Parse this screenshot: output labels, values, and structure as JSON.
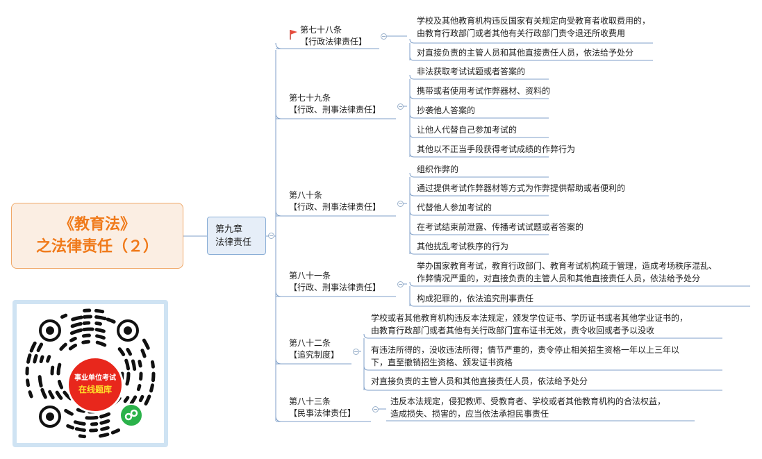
{
  "root": {
    "line1": "《教育法》",
    "line2": "之法律责任（２）"
  },
  "chapter": {
    "line1": "第九章",
    "line2": "法律责任"
  },
  "articles": [
    {
      "title": "第七十八条",
      "type": "【行政法律责任】",
      "items": [
        [
          "学校及其他教育机构违反国家有关规定向受教育者收取费用的，",
          "由教育行政部门或者其他有关行政部门责令退还所收费用"
        ],
        [
          "对直接负责的主管人员和其他直接责任人员，依法给予处分"
        ]
      ]
    },
    {
      "title": "第七十九条",
      "type": "【行政、刑事法律责任】",
      "items": [
        [
          "非法获取考试试题或者答案的"
        ],
        [
          "携带或者使用考试作弊器材、资料的"
        ],
        [
          "抄袭他人答案的"
        ],
        [
          "让他人代替自己参加考试的"
        ],
        [
          "其他以不正当手段获得考试成绩的作弊行为"
        ]
      ]
    },
    {
      "title": "第八十条",
      "type": "【行政、刑事法律责任】",
      "items": [
        [
          "组织作弊的"
        ],
        [
          "通过提供考试作弊器材等方式为作弊提供帮助或者便利的"
        ],
        [
          "代替他人参加考试的"
        ],
        [
          "在考试结束前泄露、传播考试试题或者答案的"
        ],
        [
          "其他扰乱考试秩序的行为"
        ]
      ]
    },
    {
      "title": "第八十一条",
      "type": "【行政、刑事法律责任】",
      "items": [
        [
          "举办国家教育考试，教育行政部门、教育考试机构疏于管理，造成考场秩序混乱、",
          "作弊情况严重的，对直接负责的主管人员和其他直接责任人员，依法给予处分"
        ],
        [
          "构成犯罪的，依法追究刑事责任"
        ]
      ]
    },
    {
      "title": "第八十二条",
      "type": "【追究制度】",
      "items": [
        [
          "学校或者其他教育机构违反本法规定，颁发学位证书、学历证书或者其他学业证书的，",
          "由教育行政部门或者其他有关行政部门宣布证书无效，责令收回或者予以没收"
        ],
        [
          "有违法所得的，没收违法所得；情节严重的，责令停止相关招生资格一年以上三年以",
          "下，直至撤销招生资格、颁发证书资格"
        ],
        [
          "对直接负责的主管人员和其他直接责任人员，依法给予处分"
        ]
      ]
    },
    {
      "title": "第八十三条",
      "type": "【民事法律责任】",
      "items": [
        [
          "违反本法规定，侵犯教师、受教育者、学校或者其他教育机构的合法权益，",
          "造成损失、损害的，应当依法承担民事责任"
        ]
      ]
    }
  ],
  "qr": {
    "line1": "事业单位考试",
    "line2": "在线题库"
  },
  "colors": {
    "line": "#7f9fc8",
    "root_text": "#f07a1a",
    "badge": "#e8271c",
    "badge_text": "#ffe02a"
  }
}
